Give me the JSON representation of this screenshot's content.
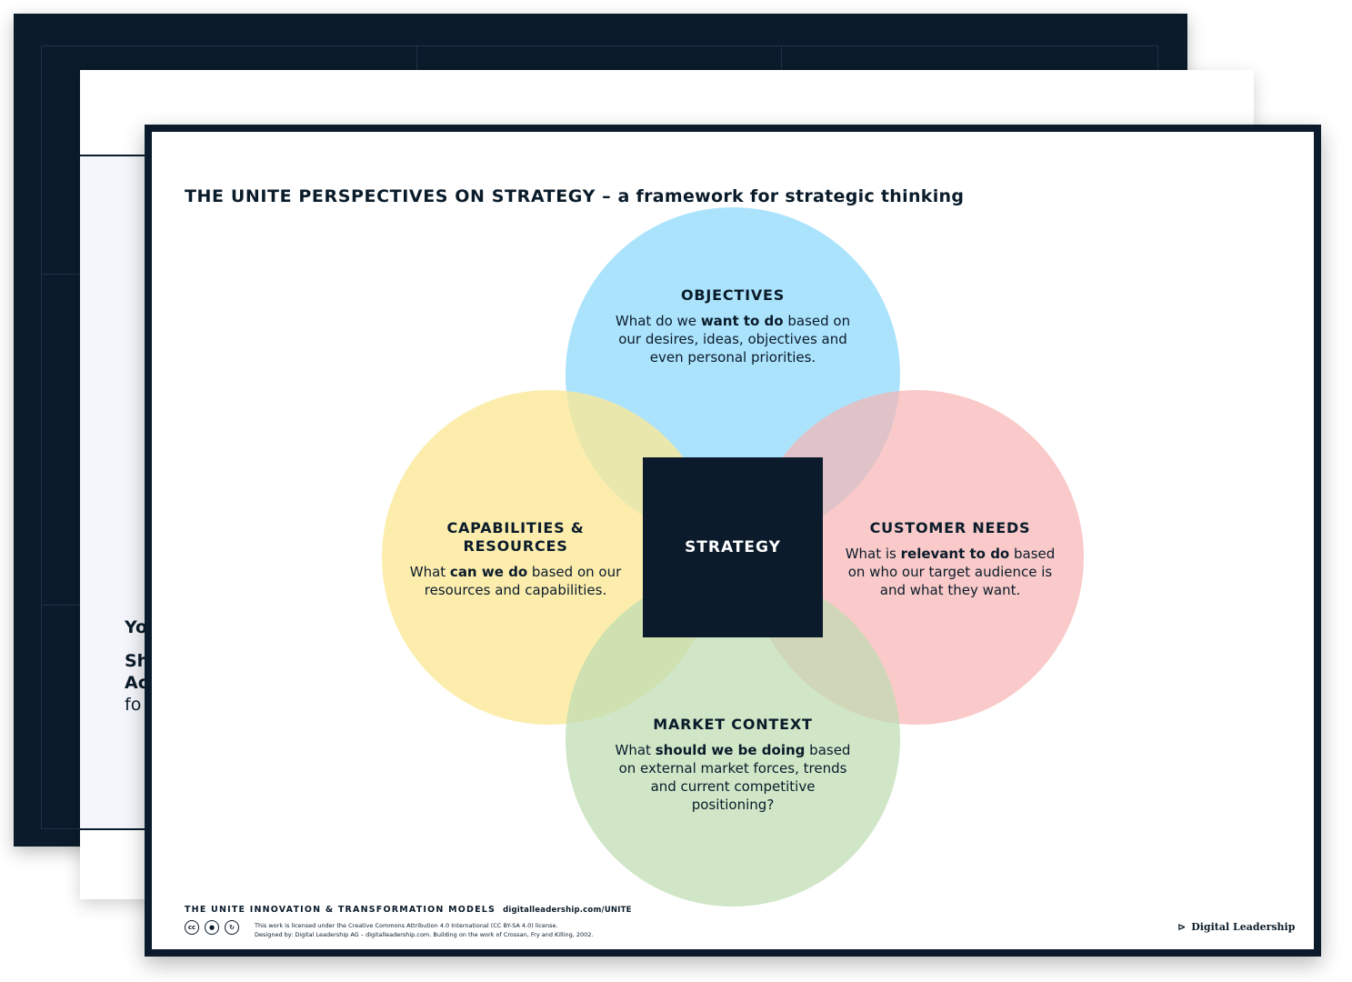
{
  "back_card_text": {
    "line1": "Yo",
    "line2": "Sh",
    "line3": "Ac",
    "line4": "fo"
  },
  "title": {
    "main": "THE UNITE PERSPECTIVES ON STRATEGY",
    "sep": " – ",
    "sub": "a framework for strategic thinking"
  },
  "center": "STRATEGY",
  "perspectives": {
    "objectives": {
      "heading": "OBJECTIVES",
      "pre": "What do we ",
      "bold": "want to do",
      "post": " based on our desires, ideas, objectives and even personal priorities."
    },
    "capabilities": {
      "heading": "CAPABILITIES & RESOURCES",
      "pre": "What ",
      "bold": "can we do",
      "post": " based on our resources and capabilities."
    },
    "customer": {
      "heading": "CUSTOMER NEEDS",
      "pre": "What is ",
      "bold": "relevant to do",
      "post": " based on who our target audience is and what they want."
    },
    "market": {
      "heading": "MARKET CONTEXT",
      "pre": "What ",
      "bold": "should we be doing",
      "post": " based on external market forces, trends and current competitive positioning?"
    }
  },
  "footer": {
    "series": "THE UNITE INNOVATION & TRANSFORMATION MODELS",
    "url": "digitalleadership.com/UNITE",
    "license": "This work is licensed under the Creative Commons Attribution 4.0 International (CC BY-SA 4.0) license.",
    "credit": "Designed by: Digital Leadership AG – digitalleadership.com. Building on the work of Crossan, Fry and Killing, 2002.",
    "brand": "Digital Leadership"
  },
  "colors": {
    "navy": "#0b1b2b",
    "blue": "#96dcfc",
    "yellow": "#fbe896",
    "pink": "#f6b4b2",
    "green": "#bedcb2"
  },
  "icons": [
    "cc-icon",
    "by-icon",
    "sa-icon",
    "brand-arrow-icon"
  ]
}
